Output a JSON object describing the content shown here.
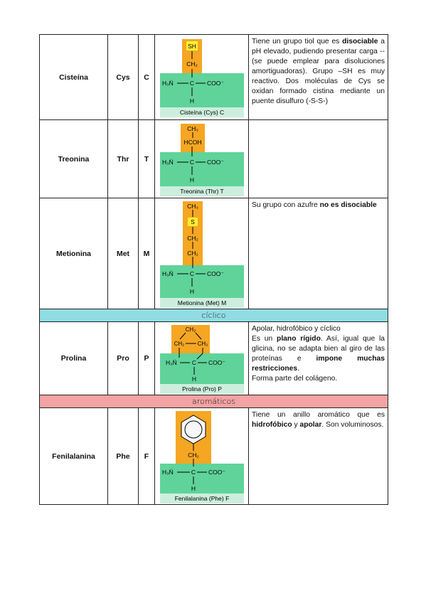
{
  "rows": [
    {
      "name": "Cisteína",
      "abbr": "Cys",
      "code": "C",
      "caption": "Cisteína (Cys) C",
      "side": [
        "SH",
        "CH₂"
      ],
      "desc": [
        {
          "t": "Tiene un grupo tiol que es "
        },
        {
          "t": "disociable",
          "b": true
        },
        {
          "t": " a pH elevado, pudiendo presentar carga -- (se puede emplear para disoluciones amortiguadoras). Grupo –SH es muy reactivo. Dos moléculas de Cys se oxidan formado cistina mediante un puente disulfuro (-S-S-)"
        }
      ]
    },
    {
      "name": "Treonina",
      "abbr": "Thr",
      "code": "T",
      "caption": "Treonina (Thr) T",
      "side": [
        "CH₃",
        "HCOH"
      ],
      "desc": []
    },
    {
      "name": "Metionina",
      "abbr": "Met",
      "code": "M",
      "caption": "Metionina (Met) M",
      "side": [
        "CH₃",
        "S",
        "CH₂",
        "CH₂"
      ],
      "desc": [
        {
          "t": "Su grupo con azufre "
        },
        {
          "t": "no es disociable",
          "b": true
        }
      ]
    },
    {
      "name": "Prolina",
      "abbr": "Pro",
      "code": "P",
      "caption": "Prolina (Pro) P",
      "side": [
        "CH₂",
        "CH₂",
        "CH₂"
      ],
      "desc": [
        {
          "t": "Apolar, hidrofóbico y cíclico"
        },
        {
          "br": true
        },
        {
          "t": "Es un "
        },
        {
          "t": "plano rígido",
          "b": true
        },
        {
          "t": ". Así, igual que la glicina, no se adapta bien al giro de las proteínas e "
        },
        {
          "t": "impone muchas restricciones",
          "b": true
        },
        {
          "t": "."
        },
        {
          "br": true
        },
        {
          "t": "Forma parte del colágeno."
        }
      ]
    },
    {
      "name": "Fenilalanina",
      "abbr": "Phe",
      "code": "F",
      "caption": "Fenilalanina (Phe) F",
      "side": [
        "CH₂"
      ],
      "desc": [
        {
          "t": "Tiene un anillo aromático que es "
        },
        {
          "t": "hidrofóbico",
          "b": true
        },
        {
          "t": " y "
        },
        {
          "t": "apolar",
          "b": true
        },
        {
          "t": ". Son voluminosos."
        }
      ]
    }
  ],
  "separators": {
    "ciclico": "cíclico",
    "aromaticos": "aromáticos"
  },
  "backbone": {
    "left": "H₃N̈ — C — COO⁻",
    "amine": "H₃N̈",
    "alpha": "C",
    "carboxyl": "COO⁻",
    "hydrogen": "H"
  },
  "colors": {
    "side_chain": "#f5a623",
    "backbone": "#5fd39a",
    "sulfur": "#ffee33",
    "caption_bg": "#cdeedd",
    "sep_cyclic": "#8fdde3",
    "sep_aromatic": "#f3a3a3"
  }
}
